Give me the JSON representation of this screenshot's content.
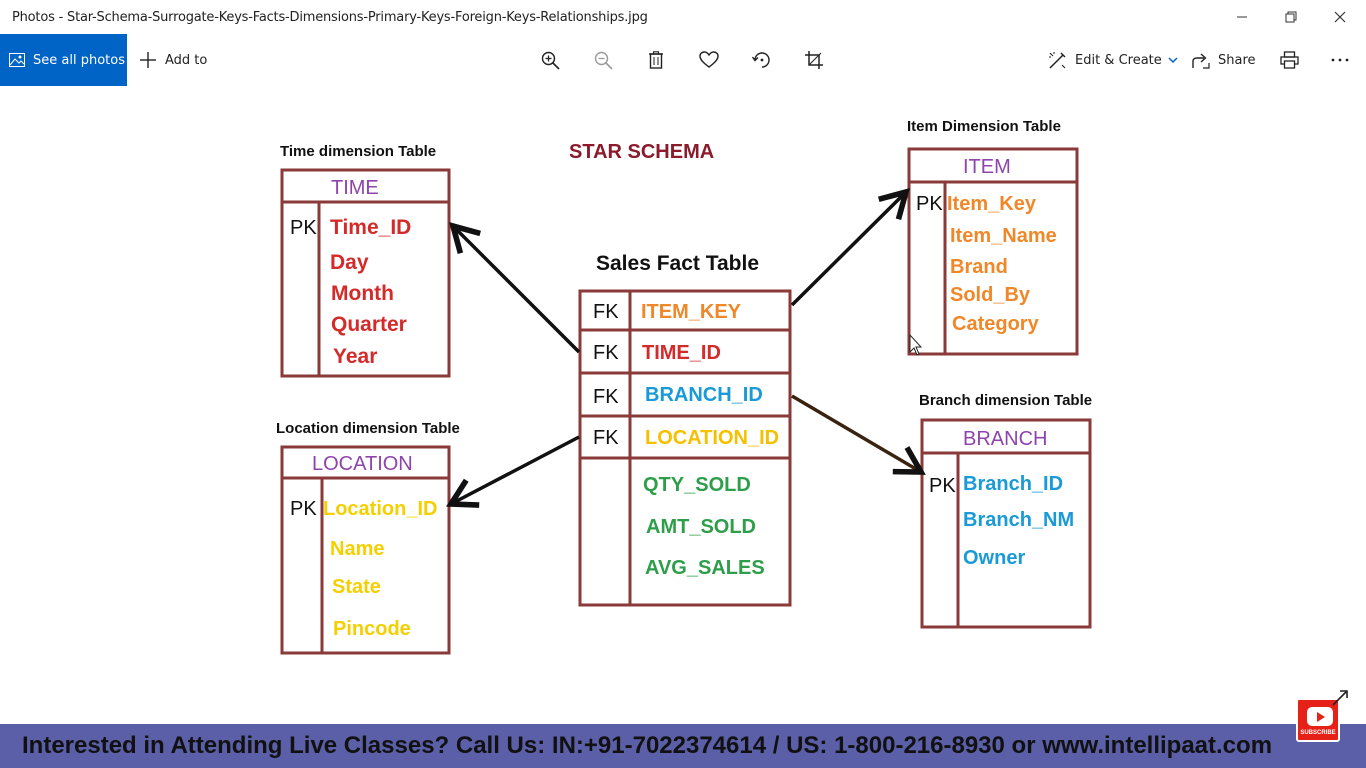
{
  "window": {
    "title": "Photos - Star-Schema-Surrogate-Keys-Facts-Dimensions-Primary-Keys-Foreign-Keys-Relationships.jpg"
  },
  "toolbar": {
    "see_all": "See all photos",
    "add_to": "Add to",
    "edit_create": "Edit & Create",
    "share": "Share"
  },
  "icons": [
    "photos-icon",
    "plus-icon",
    "zoom-in-icon",
    "zoom-out-icon",
    "trash-icon",
    "heart-icon",
    "rotate-icon",
    "crop-icon",
    "edit-create-icon",
    "chevron-down-icon",
    "share-icon",
    "print-icon",
    "more-icon",
    "minimize-icon",
    "restore-icon",
    "close-icon",
    "youtube-icon",
    "expand-icon"
  ],
  "colors": {
    "accent": "#0063c6",
    "table_border": "#8b3a3a",
    "heading": "#8b1a2b",
    "table_name": "#8e44ad",
    "red_attr": "#d42a2a",
    "orange_attr": "#f0882a",
    "blue_attr": "#1a9ad6",
    "yellow_attr": "#f5d000",
    "green_attr": "#2e9e4a",
    "footer_bg": "#5a5fa8"
  },
  "diagram": {
    "title": "STAR SCHEMA",
    "fact": {
      "caption": "Sales Fact Table",
      "fk_label": "FK",
      "keys": [
        "ITEM_KEY",
        "TIME_ID",
        "BRANCH_ID",
        "LOCATION_ID"
      ],
      "measures": [
        "QTY_SOLD",
        "AMT_SOLD",
        "AVG_SALES"
      ]
    },
    "time": {
      "caption": "Time dimension Table",
      "name": "TIME",
      "pk_label": "PK",
      "attrs": [
        "Time_ID",
        "Day",
        "Month",
        "Quarter",
        "Year"
      ]
    },
    "location": {
      "caption": "Location dimension Table",
      "name": "LOCATION",
      "pk_label": "PK",
      "attrs": [
        "Location_ID",
        "Name",
        "State",
        "Pincode"
      ]
    },
    "item": {
      "caption": "Item Dimension Table",
      "name": "ITEM",
      "pk_label": "PK",
      "attrs": [
        "Item_Key",
        "Item_Name",
        "Brand",
        "Sold_By",
        "Category"
      ]
    },
    "branch": {
      "caption": "Branch dimension Table",
      "name": "BRANCH",
      "pk_label": "PK",
      "attrs": [
        "Branch_ID",
        "Branch_NM",
        "Owner"
      ]
    }
  },
  "footer": {
    "text": "Interested in Attending Live Classes? Call Us: IN:+91-7022374614 / US: 1-800-216-8930 or www.intellipaat.com"
  },
  "youtube": {
    "label": "SUBSCRIBE"
  }
}
